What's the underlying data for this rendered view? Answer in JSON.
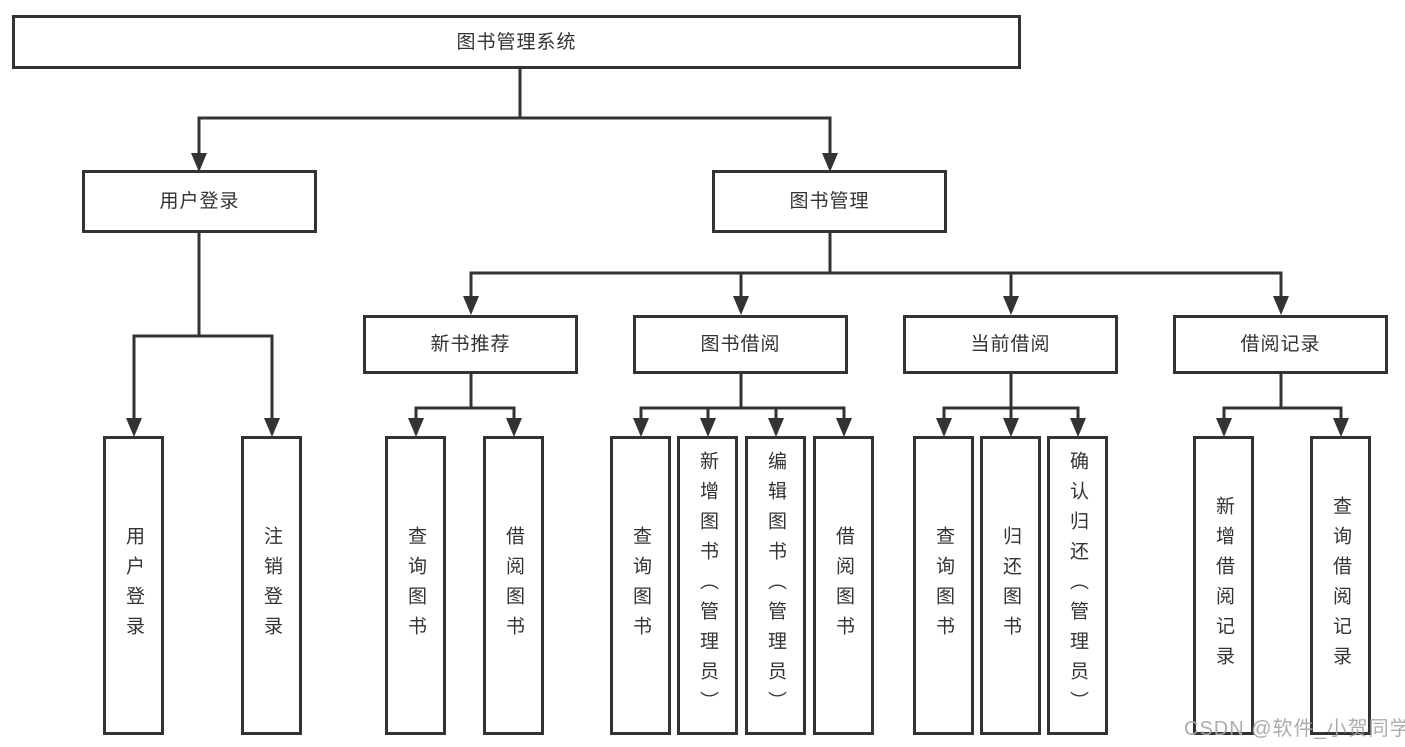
{
  "diagram": {
    "root": {
      "label": "图书管理系统"
    },
    "level2": [
      {
        "label": "用户登录",
        "children": [
          {
            "label": "用户登录"
          },
          {
            "label": "注销登录"
          }
        ]
      },
      {
        "label": "图书管理",
        "children": [
          {
            "label": "新书推荐",
            "children": [
              {
                "label": "查询图书"
              },
              {
                "label": "借阅图书"
              }
            ]
          },
          {
            "label": "图书借阅",
            "children": [
              {
                "label": "查询图书"
              },
              {
                "label": "新增图书（管理员）"
              },
              {
                "label": "编辑图书（管理员）"
              },
              {
                "label": "借阅图书"
              }
            ]
          },
          {
            "label": "当前借阅",
            "children": [
              {
                "label": "查询图书"
              },
              {
                "label": "归还图书"
              },
              {
                "label": "确认归还（管理员）"
              }
            ]
          },
          {
            "label": "借阅记录",
            "children": [
              {
                "label": "新增借阅记录"
              },
              {
                "label": "查询借阅记录"
              }
            ]
          }
        ]
      }
    ],
    "watermark": "CSDN @软件_小贺同学",
    "colors": {
      "line": "#333333",
      "box_border": "#333333",
      "box_fill": "#ffffff",
      "text": "#333333",
      "watermark": "#a8a8a8"
    }
  }
}
